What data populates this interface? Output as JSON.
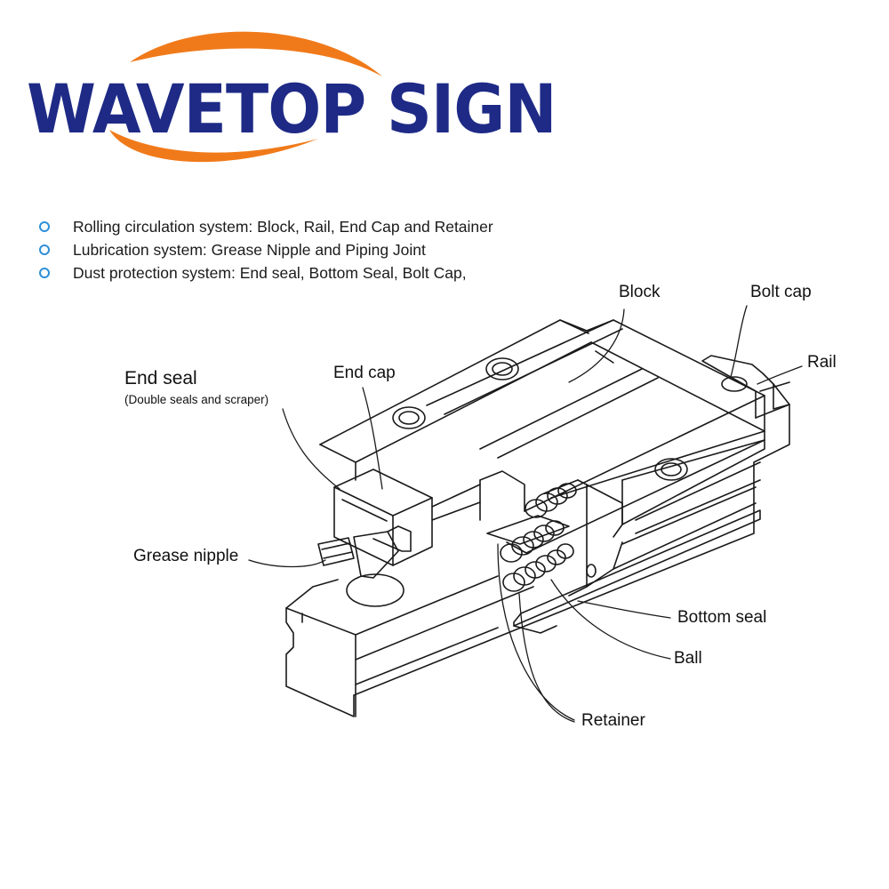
{
  "brand": {
    "name": "WAVETOP SIGN",
    "colors": {
      "text": "#1e2a86",
      "swoosh": "#f07a1a",
      "bullet": "#2f8fd8"
    }
  },
  "bullets": [
    "Rolling circulation system: Block, Rail, End Cap and Retainer",
    "Lubrication system: Grease Nipple and Piping Joint",
    "Dust protection system: End seal, Bottom Seal, Bolt Cap,"
  ],
  "labels": {
    "block": "Block",
    "bolt_cap": "Bolt cap",
    "rail": "Rail",
    "end_seal": "End seal",
    "end_seal_note": "(Double seals and scraper)",
    "end_cap": "End cap",
    "grease_nipple": "Grease nipple",
    "bottom_seal": "Bottom seal",
    "ball": "Ball",
    "retainer": "Retainer"
  }
}
